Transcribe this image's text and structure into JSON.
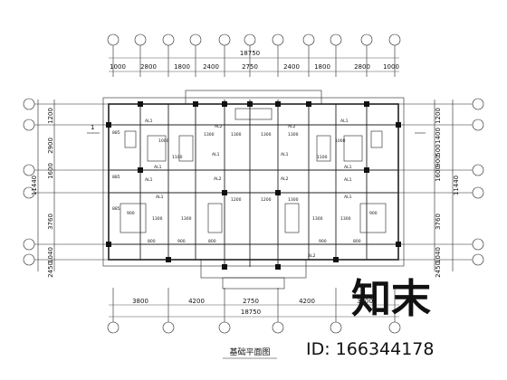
{
  "title": "基础平面图",
  "top_overall": "18750",
  "top_dims": [
    "1000",
    "2800",
    "1800",
    "2400",
    "2750",
    "2400",
    "1800",
    "2800",
    "1000"
  ],
  "bottom_dims": [
    "3800",
    "4200",
    "2750",
    "4200",
    "3800"
  ],
  "bottom_overall": "18750",
  "left_dims": [
    "1200",
    "2900",
    "1600",
    "11440",
    "3760",
    "1040",
    "2450"
  ],
  "right_dims": [
    "1200",
    "1400",
    "500",
    "900",
    "1600",
    "11440",
    "3760",
    "1040",
    "2450"
  ],
  "beam_labels": [
    "AL1",
    "AL2",
    "AL1",
    "AL2",
    "AL1",
    "AL1",
    "AL2",
    "AL1",
    "AL1",
    "AL1",
    "AL2",
    "AL2",
    "AL1",
    "AL1",
    "AL1"
  ],
  "inner_dims": [
    "1300",
    "1300",
    "1300",
    "1300",
    "1300",
    "1300",
    "1000",
    "1000",
    "900",
    "900",
    "885",
    "885",
    "885",
    "1100",
    "1100",
    "1300",
    "1300",
    "1200",
    "1200",
    "800",
    "800",
    "900",
    "900",
    "800",
    "1300"
  ],
  "section_mark": "1",
  "watermark": {
    "logo_text": "知末",
    "id_text": "ID: 166344178"
  }
}
